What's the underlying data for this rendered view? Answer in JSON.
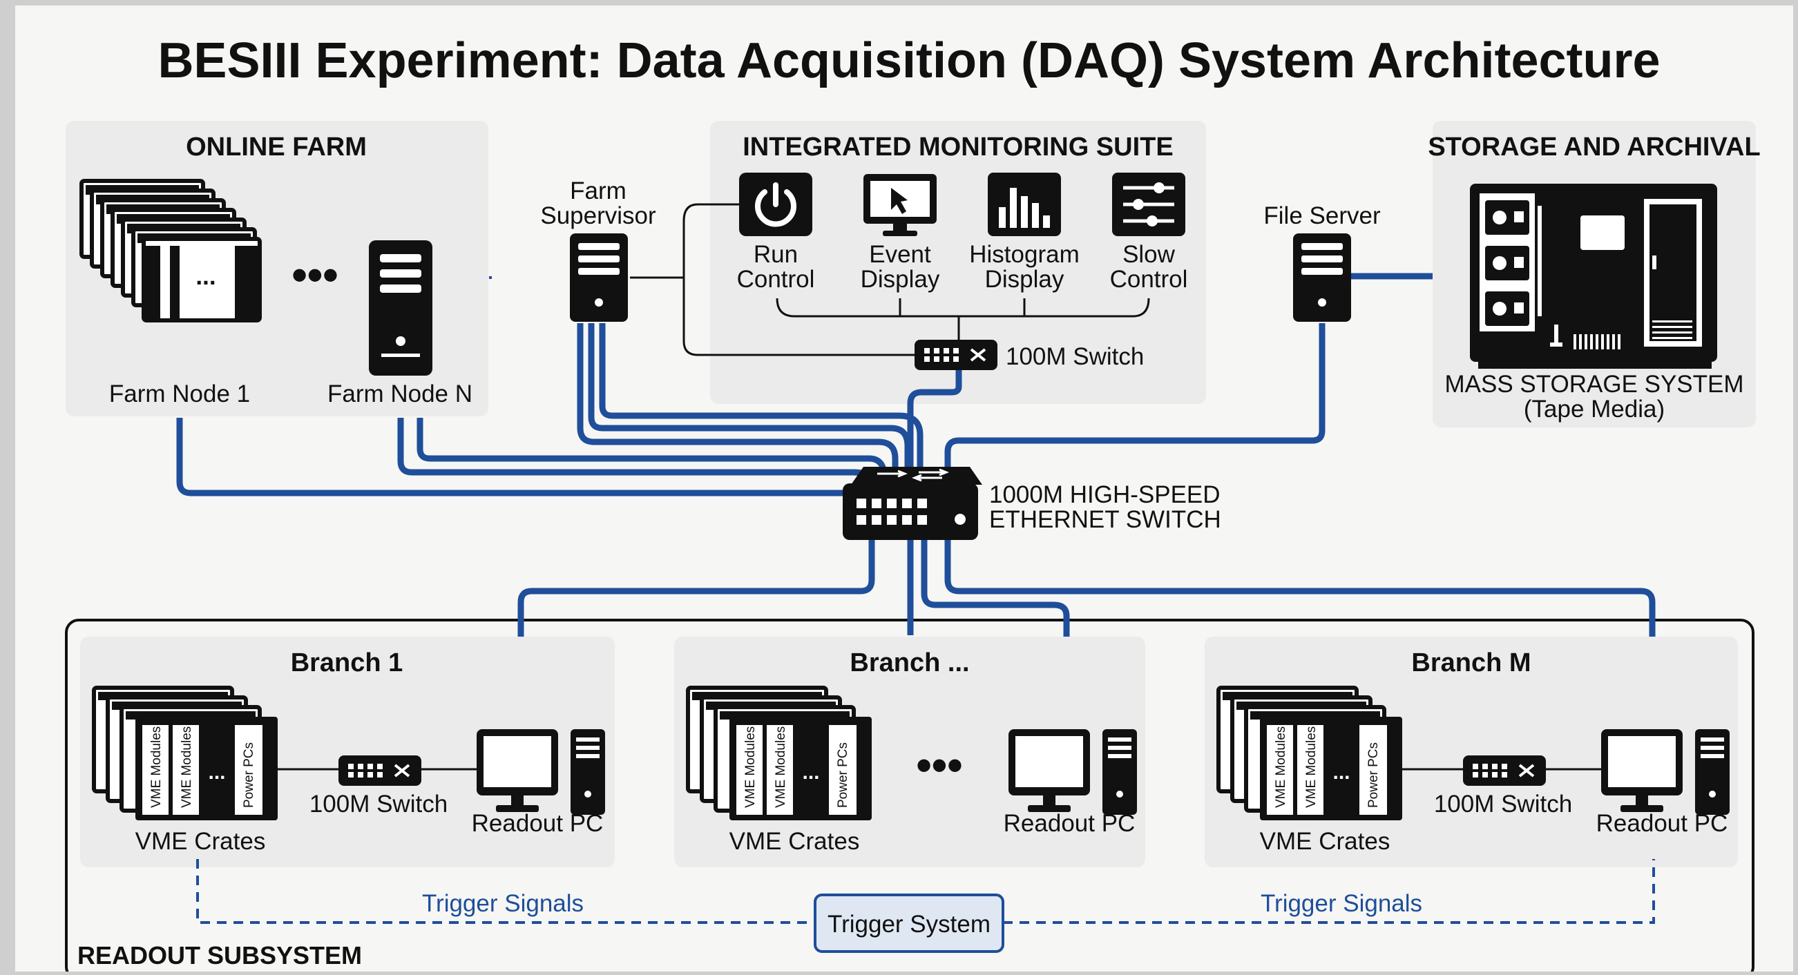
{
  "title": "BESIII Experiment: Data Acquisition (DAQ) System Architecture",
  "online_farm": {
    "title": "ONLINE FARM",
    "node1_label": "Farm Node 1",
    "nodeN_label": "Farm Node N",
    "dots": "•••",
    "rack_dots": "..."
  },
  "farm_supervisor": {
    "line1": "Farm",
    "line2": "Supervisor"
  },
  "monitoring": {
    "title": "INTEGRATED MONITORING SUITE",
    "tools": [
      {
        "line1": "Run",
        "line2": "Control",
        "icon": "power-icon"
      },
      {
        "line1": "Event",
        "line2": "Display",
        "icon": "monitor-cursor-icon"
      },
      {
        "line1": "Histogram",
        "line2": "Display",
        "icon": "histogram-icon"
      },
      {
        "line1": "Slow",
        "line2": "Control",
        "icon": "sliders-icon"
      }
    ],
    "switch_label": "100M Switch"
  },
  "file_server": {
    "label": "File Server"
  },
  "storage": {
    "title": "STORAGE AND ARCHIVAL",
    "line1": "MASS STORAGE SYSTEM",
    "line2": "(Tape Media)"
  },
  "core_switch": {
    "line1": "1000M HIGH-SPEED",
    "line2": "ETHERNET SWITCH"
  },
  "readout": {
    "subsystem_label": "READOUT SUBSYSTEM",
    "branches": [
      {
        "title": "Branch 1",
        "crates_label": "VME Crates",
        "switch_label": "100M Switch",
        "pc_label": "Readout PC"
      },
      {
        "title": "Branch ...",
        "crates_label": "VME Crates",
        "switch_label": "",
        "pc_label": "Readout PC"
      },
      {
        "title": "Branch M",
        "crates_label": "VME Crates",
        "switch_label": "100M Switch",
        "pc_label": "Readout PC"
      }
    ],
    "crate_text": {
      "vme_modules": "VME Modules",
      "power_pcs": "Power PCs",
      "dots": "..."
    },
    "trigger_system": "Trigger System",
    "trigger_signals": "Trigger Signals",
    "branch_dots": "•••"
  },
  "colors": {
    "link": "#1f4e9a",
    "panel": "#ebebeb",
    "background": "#f6f6f4",
    "device": "#111111"
  }
}
